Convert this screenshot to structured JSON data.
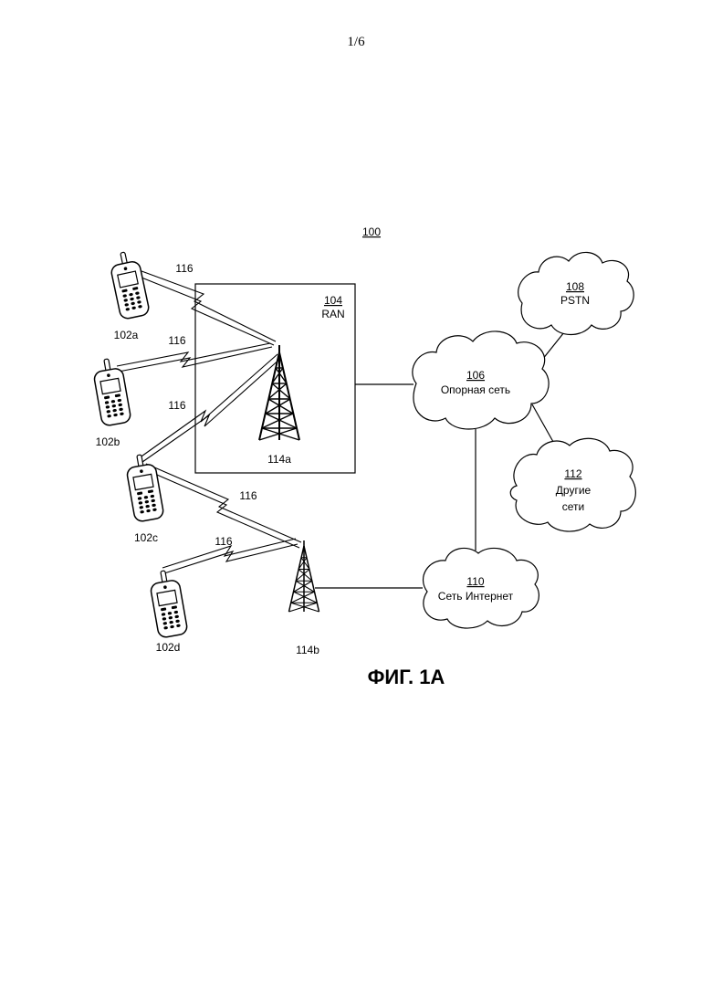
{
  "page_number": "1/6",
  "figure_title": "ФИГ. 1А",
  "system_label": "100",
  "ran": {
    "number": "104",
    "name": "RAN"
  },
  "core_network": {
    "number": "106",
    "name": "Опорная сеть"
  },
  "pstn": {
    "number": "108",
    "name": "PSTN"
  },
  "internet": {
    "number": "110",
    "name": "Сеть Интернет"
  },
  "other_networks": {
    "number": "112",
    "line1": "Другие",
    "line2": "сети"
  },
  "base_stations": {
    "a": "114a",
    "b": "114b"
  },
  "devices": {
    "a": "102a",
    "b": "102b",
    "c": "102c",
    "d": "102d"
  },
  "air_interface": {
    "a": "116",
    "b": "116",
    "c": "116",
    "d": "116",
    "e": "116"
  }
}
